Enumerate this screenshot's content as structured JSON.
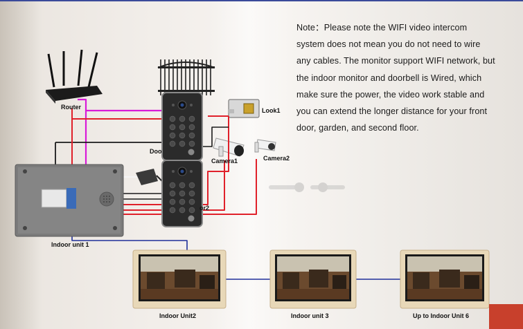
{
  "note": {
    "lines": [
      "Note：Please note the WIFI video intercom",
      "system does not mean you do not need to wire",
      "any cables. The monitor support WIFI network, but",
      "the indoor monitor and doorbell is Wired, which",
      "make sure the power, the video work stable and",
      "you can extend the longer distance for your front",
      "door, garden, and second floor."
    ]
  },
  "labels": {
    "router": "Router",
    "lock": "Look1",
    "camera1": "Camera1",
    "camera2": "Camera2",
    "door1": "Doo",
    "door2": "or2",
    "indoor1": "Indoor unit 1",
    "indoor2": "Indoor Unit2",
    "indoor3": "Indoor unit 3",
    "indoor6": "Up to Indoor Unit 6"
  },
  "colors": {
    "wire_red": "#e0202a",
    "wire_magenta": "#d81ad8",
    "wire_black": "#1a1a1a",
    "wire_blue": "#1f2f9a",
    "wire_white": "#f4f4f4",
    "monitor_frame": "#e8d8b8"
  }
}
